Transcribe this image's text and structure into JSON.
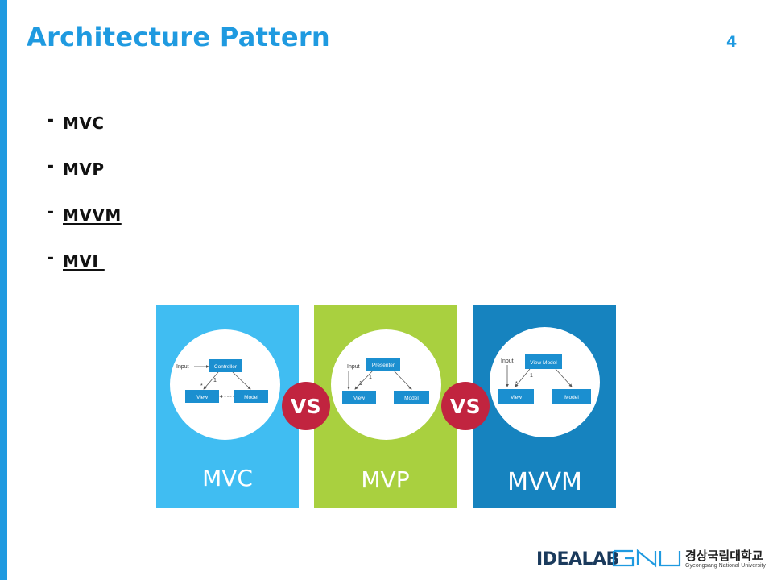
{
  "slide": {
    "title": "Architecture  Pattern",
    "page_number": "4"
  },
  "bullets": [
    {
      "dash": "-",
      "text": "MVC",
      "underlined": false
    },
    {
      "dash": "-",
      "text": "MVP",
      "underlined": false
    },
    {
      "dash": "-",
      "text": "MVVM",
      "underlined": true
    },
    {
      "dash": "-",
      "text": "MVI ",
      "underlined": true
    }
  ],
  "panels": [
    {
      "label": "MVC",
      "color": "#40bdf2",
      "diagram": {
        "input": "Input",
        "top_box": "Controller",
        "left_box": "View",
        "right_box": "Model",
        "one": "1",
        "star": "*"
      }
    },
    {
      "label": "MVP",
      "color": "#a9d03f",
      "diagram": {
        "input": "Input",
        "top_box": "Presenter",
        "left_box": "View",
        "right_box": "Model",
        "one": "1",
        "one_b": "1"
      }
    },
    {
      "label": "MVVM",
      "color": "#1683bf",
      "diagram": {
        "input": "Input",
        "top_box": "View Model",
        "left_box": "View",
        "right_box": "Model",
        "one": "1",
        "star": "*"
      }
    }
  ],
  "vs_badges": [
    "VS",
    "VS"
  ],
  "vs_color": "#c1243f",
  "accent_color": "#1f9ae0",
  "footer": {
    "idealab": "IDEALAB",
    "gnu_logo": "GNU",
    "university_kr": "경상국립대학교",
    "university_en": "Gyeongsang National University"
  }
}
